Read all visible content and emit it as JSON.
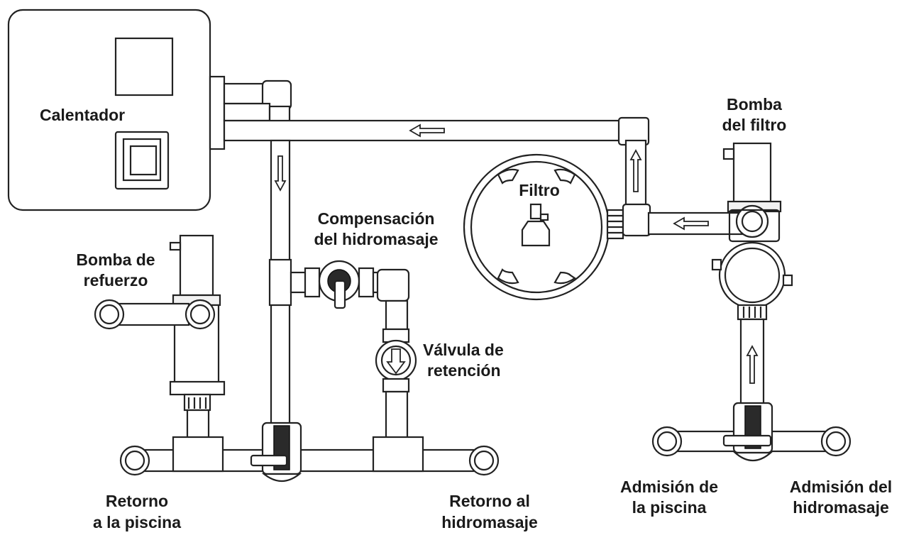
{
  "labels": {
    "heater": "Calentador",
    "filter_pump_line1": "Bomba",
    "filter_pump_line2": "del filtro",
    "filter": "Filtro",
    "spa_comp_line1": "Compensación",
    "spa_comp_line2": "del hidromasaje",
    "booster_line1": "Bomba de",
    "booster_line2": "refuerzo",
    "check_valve_line1": "Válvula de",
    "check_valve_line2": "retención",
    "pool_return_line1": "Retorno",
    "pool_return_line2": "a la piscina",
    "spa_return_line1": "Retorno al",
    "spa_return_line2": "hidromasaje",
    "pool_intake_line1": "Admisión de",
    "pool_intake_line2": "la piscina",
    "spa_intake_line1": "Admisión del",
    "spa_intake_line2": "hidromasaje"
  }
}
